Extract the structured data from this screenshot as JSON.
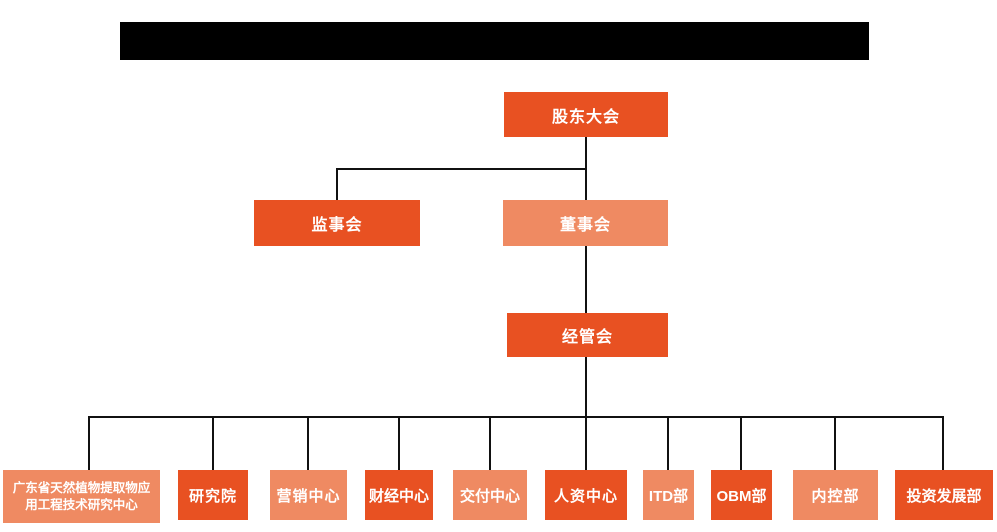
{
  "colors": {
    "primary_box": "#E85122",
    "secondary_box": "#EF8A62",
    "connector_line": "#111111",
    "box_text": "#FFFFFF",
    "redaction_bar": "#000000",
    "background": "#FFFFFF"
  },
  "org_chart": {
    "type": "org-hierarchy",
    "root": {
      "label": "股东大会",
      "variant": "primary"
    },
    "supervisory_board": {
      "label": "监事会",
      "variant": "primary"
    },
    "board_of_directors": {
      "label": "董事会",
      "variant": "secondary"
    },
    "management_committee": {
      "label": "经管会",
      "variant": "primary"
    },
    "departments": [
      {
        "label": "广东省天然植物提取物应用工程技术研究中心",
        "variant": "secondary"
      },
      {
        "label": "研究院",
        "variant": "primary"
      },
      {
        "label": "营销中心",
        "variant": "secondary"
      },
      {
        "label": "财经中心",
        "variant": "primary"
      },
      {
        "label": "交付中心",
        "variant": "secondary"
      },
      {
        "label": "人资中心",
        "variant": "primary"
      },
      {
        "label": "ITD部",
        "variant": "secondary"
      },
      {
        "label": "OBM部",
        "variant": "primary"
      },
      {
        "label": "内控部",
        "variant": "secondary"
      },
      {
        "label": "投资发展部",
        "variant": "primary"
      }
    ],
    "hierarchy": {
      "股东大会": [
        "监事会",
        "董事会"
      ],
      "董事会": [
        "经管会"
      ],
      "经管会": [
        "广东省天然植物提取物应用工程技术研究中心",
        "研究院",
        "营销中心",
        "财经中心",
        "交付中心",
        "人资中心",
        "ITD部",
        "OBM部",
        "内控部",
        "投资发展部"
      ]
    }
  }
}
